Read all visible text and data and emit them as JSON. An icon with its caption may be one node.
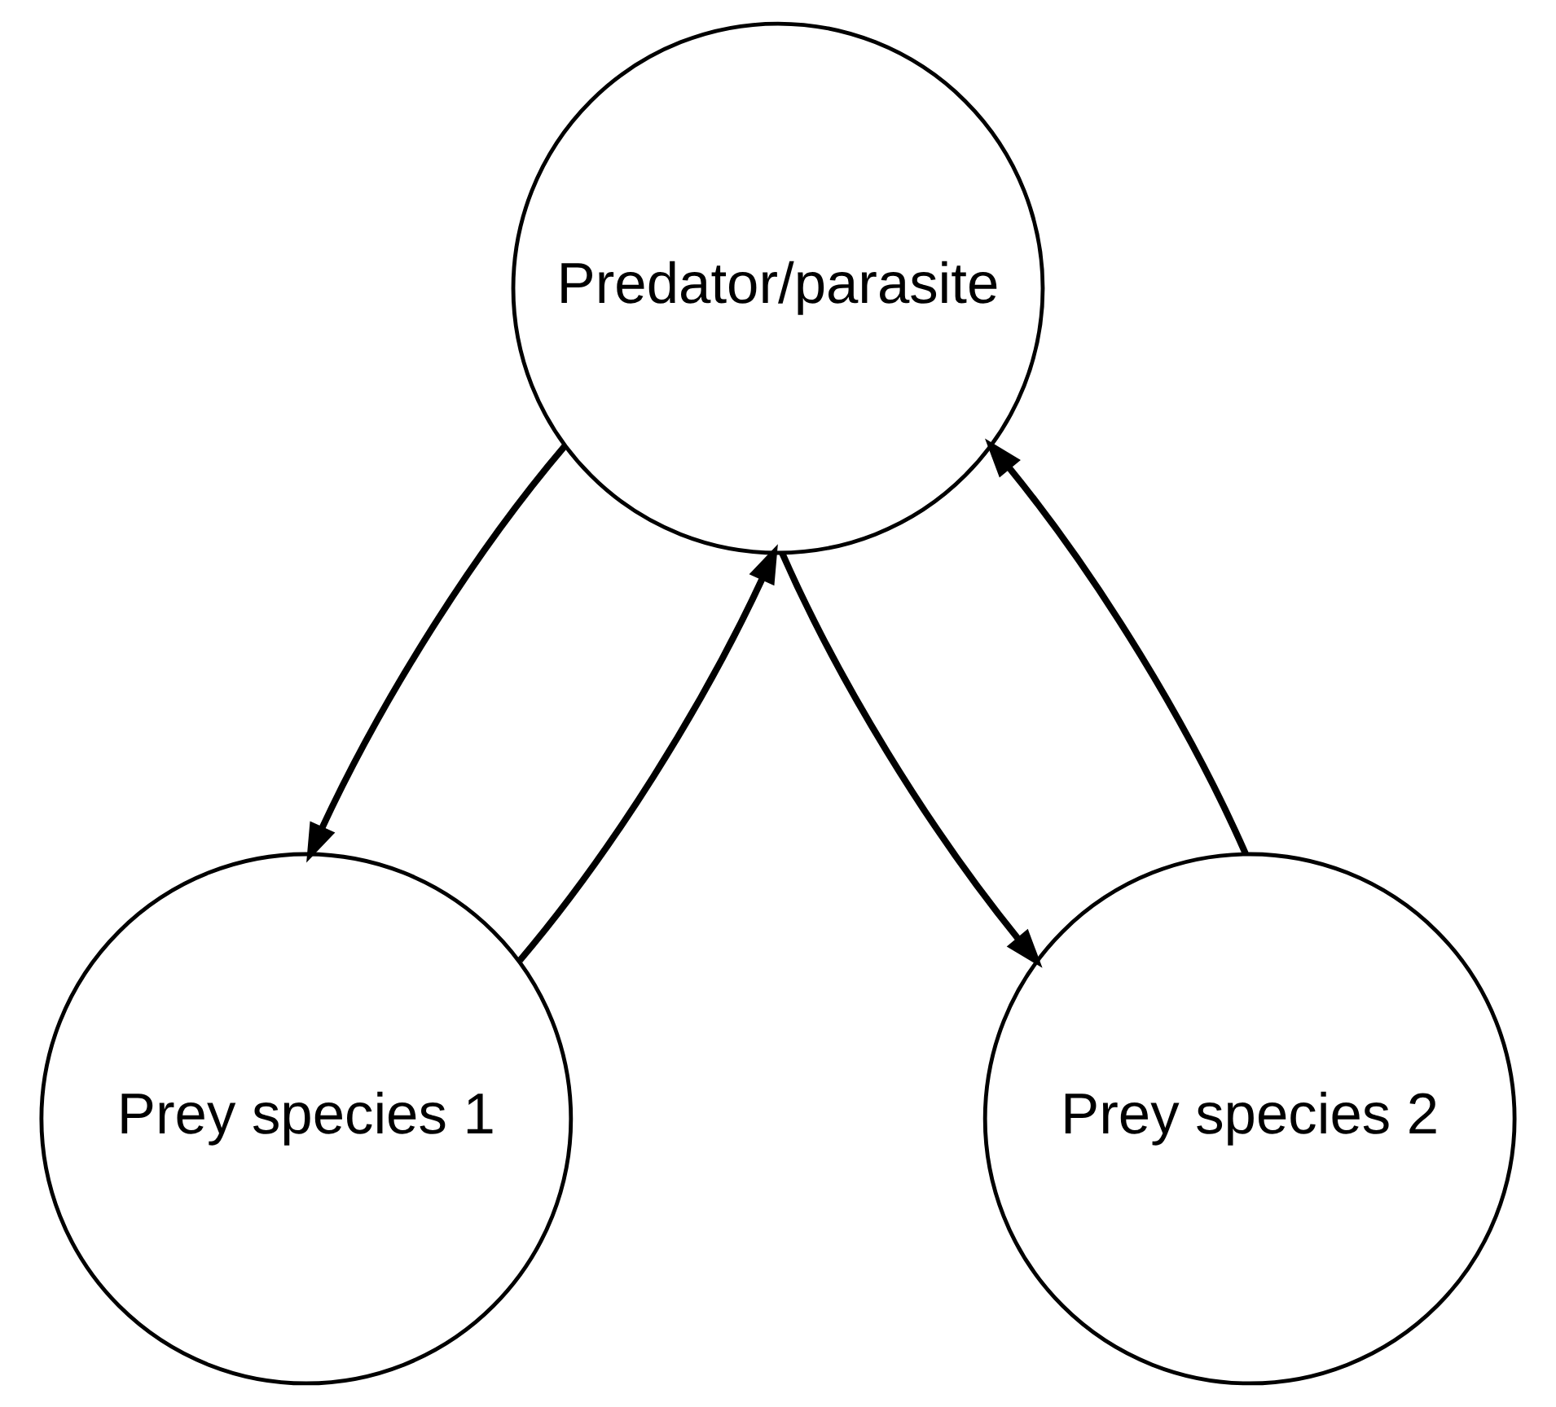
{
  "diagram": {
    "nodes": [
      {
        "text": [
          "Predator/parasite"
        ]
      },
      {
        "text": [
          "Prey species 1"
        ]
      },
      {
        "text": [
          "Prey species 2"
        ]
      }
    ],
    "edges": [
      {
        "from": 1,
        "to": 0,
        "arrow": "to"
      },
      {
        "from": 0,
        "to": 1,
        "arrow": "to"
      },
      {
        "from": 0,
        "to": 2,
        "arrow": "to"
      },
      {
        "from": 2,
        "to": 0,
        "arrow": "to"
      }
    ]
  }
}
